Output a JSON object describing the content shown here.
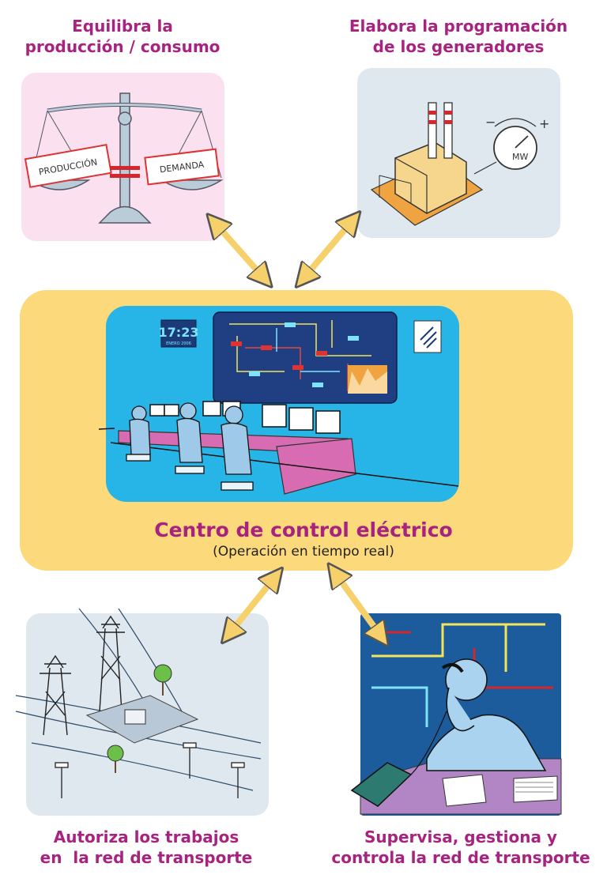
{
  "top_left": {
    "title_line1": "Equilibra la",
    "title_line2": "producción / consumo",
    "scale_left_label": "PRODUCCIÓN",
    "scale_right_label": "DEMANDA"
  },
  "top_right": {
    "title_line1": "Elabora la programación",
    "title_line2": "de los generadores",
    "gauge_label": "MW",
    "gauge_minus": "−",
    "gauge_plus": "+"
  },
  "center": {
    "title": "Centro de control eléctrico",
    "subtitle": "(Operación en tiempo real)",
    "clock_time": "17:23",
    "clock_date": "ENERO 2006"
  },
  "bottom_left": {
    "title_line1": "Autoriza los trabajos",
    "title_line2": "en  la red de transporte"
  },
  "bottom_right": {
    "title_line1": "Supervisa, gestiona y",
    "title_line2": "controla la red de transporte"
  },
  "colors": {
    "accent": "#a8237f",
    "center_bg": "#fcd97a",
    "arrow": "#f6d06a"
  }
}
